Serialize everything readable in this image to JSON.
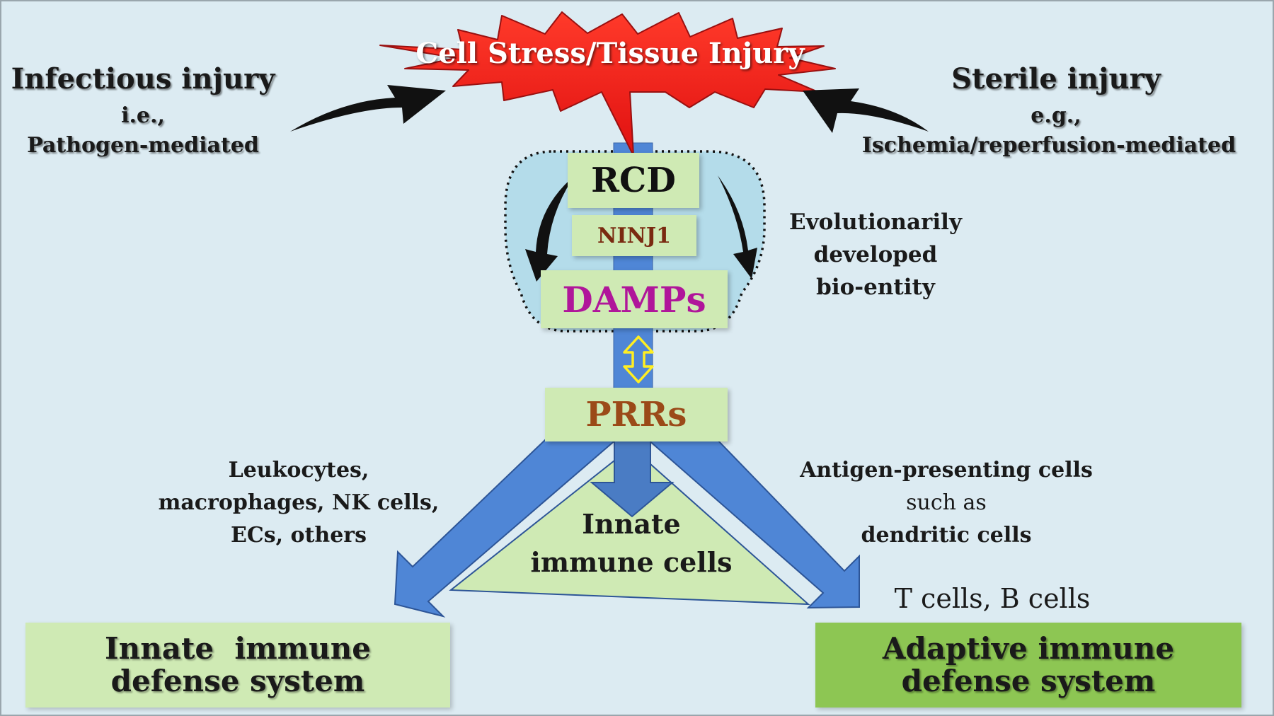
{
  "stress": {
    "label": "Cell Stress/Tissue Injury"
  },
  "infectious": {
    "title": "Infectious injury",
    "sub1": "i.e.,",
    "sub2": "Pathogen-mediated"
  },
  "sterile": {
    "title": "Sterile injury",
    "sub1": "e.g.,",
    "sub2": "Ischemia/reperfusion-mediated"
  },
  "boxes": {
    "rcd": "RCD",
    "ninj1": "NINJ1",
    "damps": "DAMPs",
    "prrs": "PRRs"
  },
  "evolution": {
    "line1": "Evolutionarily",
    "line2": "developed",
    "line3": "bio-entity"
  },
  "left_cells": {
    "line1": "Leukocytes,",
    "line2": "macrophages, NK cells,",
    "line3": "ECs, others"
  },
  "right_cells": {
    "line1": "Antigen-presenting cells",
    "line2": "such as",
    "line3": "dendritic cells"
  },
  "triangle": {
    "line1": "Innate",
    "line2": "immune cells"
  },
  "tb_cells": "T cells, B cells",
  "innate_system": {
    "line1": "Innate  immune",
    "line2": "defense system"
  },
  "adaptive_system": {
    "line1": "Adaptive immune",
    "line2": "defense system"
  },
  "colors": {
    "background": "#dcebf2",
    "burst": "#ee1c1c",
    "arrow_blue": "#4f86d6",
    "box_green": "#cfeab4",
    "adaptive_green": "#8dc653",
    "damps_text": "#b0169a",
    "prrs_text": "#9b4a18",
    "ninj1_text": "#7a2a10"
  },
  "icons": {
    "burst": "explosion-burst-icon",
    "curved_arrow": "curved-arrow-icon",
    "double_arrow": "double-headed-arrow-icon"
  }
}
